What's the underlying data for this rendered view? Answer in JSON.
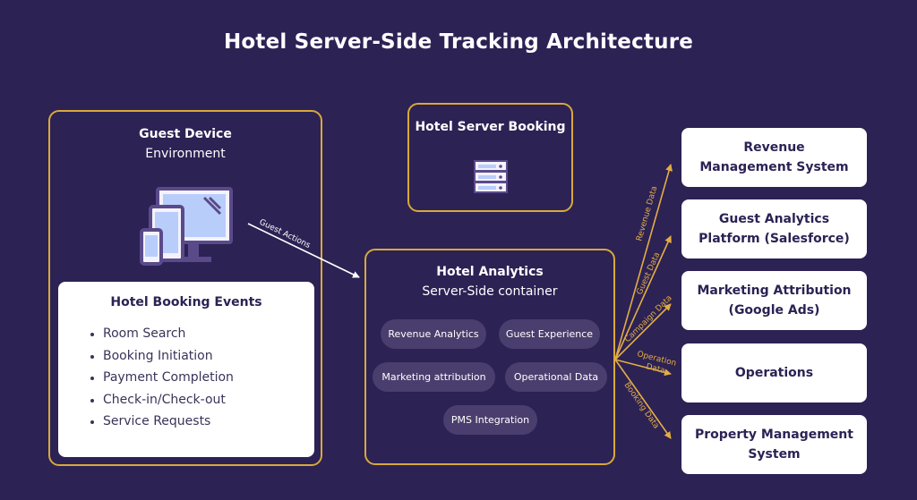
{
  "title": "Hotel Server-Side Tracking Architecture",
  "guest_device": {
    "title": "Guest Device",
    "subtitle": "Environment",
    "icon": "devices-icon",
    "events": {
      "title": "Hotel Booking Events",
      "items": [
        "Room Search",
        "Booking Initiation",
        "Payment Completion",
        "Check-in/Check-out",
        "Service Requests"
      ]
    }
  },
  "server": {
    "title": "Hotel Server Booking",
    "icon": "server-icon"
  },
  "analytics": {
    "title": "Hotel Analytics",
    "subtitle": "Server-Side container",
    "modules": [
      "Revenue Analytics",
      "Guest Experience",
      "Marketing attribution",
      "Operational Data",
      "PMS Integration"
    ]
  },
  "flows": {
    "guest_actions": "Guest Actions",
    "revenue": "Revenue Data",
    "guest": "Guest Data",
    "campaign": "Campaign Data",
    "operation_1": "Operation",
    "operation_2": "Data",
    "booking": "Booking Data"
  },
  "destinations": [
    {
      "line1": "Revenue",
      "line2": "Management System"
    },
    {
      "line1": "Guest Analytics",
      "line2": "Platform (Salesforce)"
    },
    {
      "line1": "Marketing Attribution",
      "line2": "(Google Ads)"
    },
    {
      "line1": "Operations",
      "line2": ""
    },
    {
      "line1": "Property Management",
      "line2": "System"
    }
  ],
  "colors": {
    "background": "#2c2254",
    "accent": "#d9a93a",
    "chip": "#4a3e6e",
    "card": "#ffffff"
  }
}
